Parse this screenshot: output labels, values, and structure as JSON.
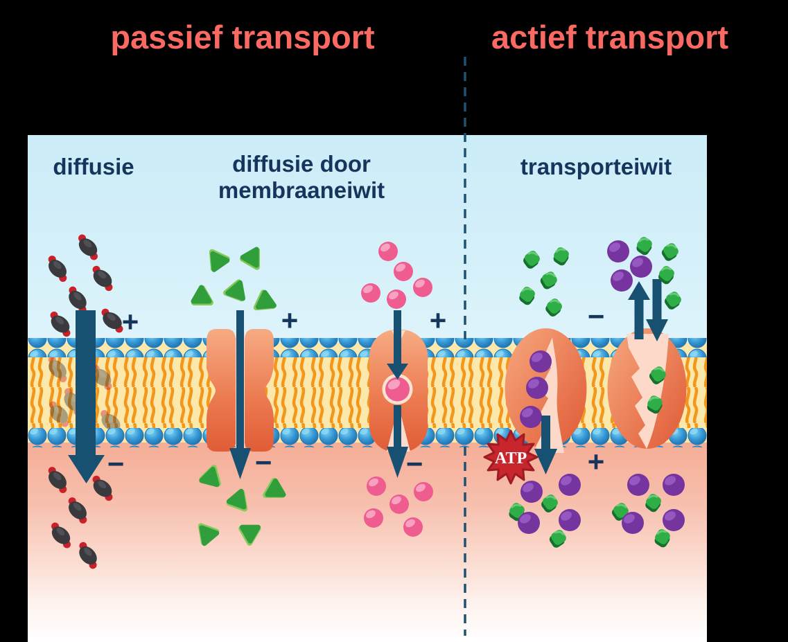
{
  "titles": {
    "passive": "passief transport",
    "active": "actief transport"
  },
  "column_labels": {
    "diffusion": "diffusie",
    "channel_diffusion_line1": "diffusie door",
    "channel_diffusion_line2": "membraaneiwit",
    "transport_protein": "transporteiwit"
  },
  "annotations": {
    "atp": "ATP",
    "plus": "+",
    "minus": "−"
  },
  "colors": {
    "title_red": "#fa6a62",
    "label_navy": "#16355c",
    "arrow_teal": "#175071",
    "divider_blue": "#1d5273",
    "membrane_band_yellow": "#fce8ab",
    "lipid_tail_orange": "#f2971c",
    "lipid_head_blue": "#2e8fd0",
    "protein_salmon_light": "#f7ab83",
    "protein_salmon_dark": "#e05c36",
    "protein_channel_inner": "#fcdccd",
    "pink_molecule": "#ee5c90",
    "purple_molecule": "#76349f",
    "green_blob": "#2fae47",
    "green_triangle": "#2f9e3b",
    "co2_body_dark": "#3a3a3e",
    "co2_tip_red": "#c92127",
    "atp_star_red": "#c8252c",
    "background_top_blue": "#cbecf8",
    "background_bottom_salmon": "#f5ae97"
  }
}
